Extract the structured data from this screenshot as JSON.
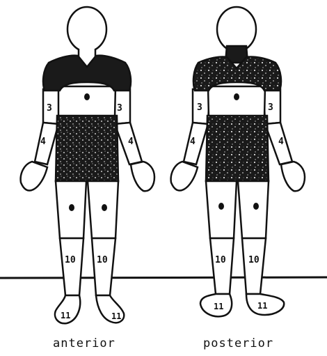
{
  "figures": [
    {
      "caption": "anterior",
      "region_labels": {
        "arm_left": "3",
        "arm_right": "3",
        "forearm_left": "4",
        "forearm_right": "4",
        "shin_left": "10",
        "shin_right": "10",
        "foot_left": "11",
        "foot_right": "11"
      }
    },
    {
      "caption": "posterior",
      "region_labels": {
        "arm_left": "3",
        "arm_right": "3",
        "forearm_left": "4",
        "forearm_right": "4",
        "shin_left": "10",
        "shin_right": "10",
        "foot_left": "11",
        "foot_right": "11"
      }
    }
  ],
  "colors": {
    "ink": "#111111",
    "shade": "#1a1a1a",
    "paper": "#ffffff"
  }
}
